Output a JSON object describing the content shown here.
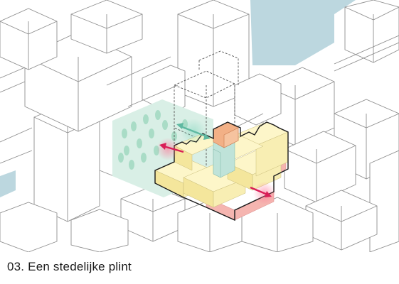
{
  "caption": "03. Een stedelijke plint",
  "colors": {
    "background": "#ffffff",
    "water": "#bcd7df",
    "linework": "#8f8f8f",
    "outline": "#1a1a1a",
    "park": "#d9efe6",
    "tree": "#a9dcc6",
    "block_top": "#fdf6c9",
    "block_side": "#f4e69c",
    "plinth": "#f5b5b0",
    "tower_core": "#bfe3d9",
    "tower_cap": "#f2b086",
    "arrow_red": "#d91e57",
    "arrow_green": "#5fb9a1"
  },
  "icons": [
    "street-arrow-left",
    "street-arrow-right",
    "park-connection-arrow"
  ]
}
